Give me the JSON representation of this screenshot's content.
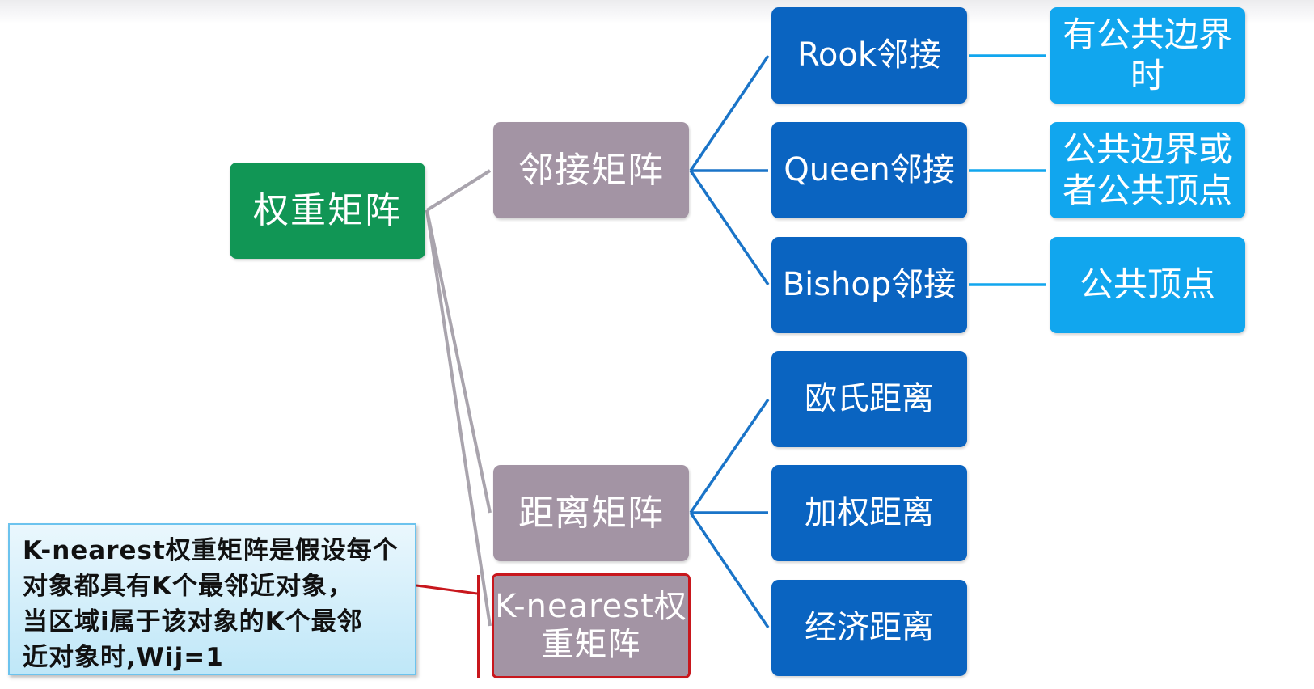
{
  "colors": {
    "root": "#119655",
    "middle": "#a394a4",
    "leaf": "#0a64c1",
    "description": "#11a6ee",
    "connector_gray": "#a9a4ad",
    "connector_blue": "#1a74c8",
    "highlight_red": "#c8171d",
    "callout_fill": "#cdeefb"
  },
  "diagram": {
    "root": "权重矩阵",
    "adjacency": {
      "label": "邻接矩阵",
      "children": [
        {
          "label_latin": "Rook",
          "label_cjk": "邻接",
          "description_lines": [
            "有公共边界",
            "时"
          ]
        },
        {
          "label_latin": "Queen",
          "label_cjk": "邻接",
          "description_lines": [
            "公共边界或",
            "者公共顶点"
          ]
        },
        {
          "label_latin": "Bishop",
          "label_cjk": "邻接",
          "description_lines": [
            "公共顶点"
          ]
        }
      ]
    },
    "distance": {
      "label": "距离矩阵",
      "children": [
        "欧氏距离",
        "加权距离",
        "经济距离"
      ]
    },
    "knn": {
      "label_lines": [
        "K-nearest权",
        "重矩阵"
      ]
    }
  },
  "callout": {
    "text": "K-nearest权重矩阵是假设每个\n对象都具有K个最邻近对象，\n当区域i属于该对象的K个最邻\n近对象时,Wij=1"
  }
}
